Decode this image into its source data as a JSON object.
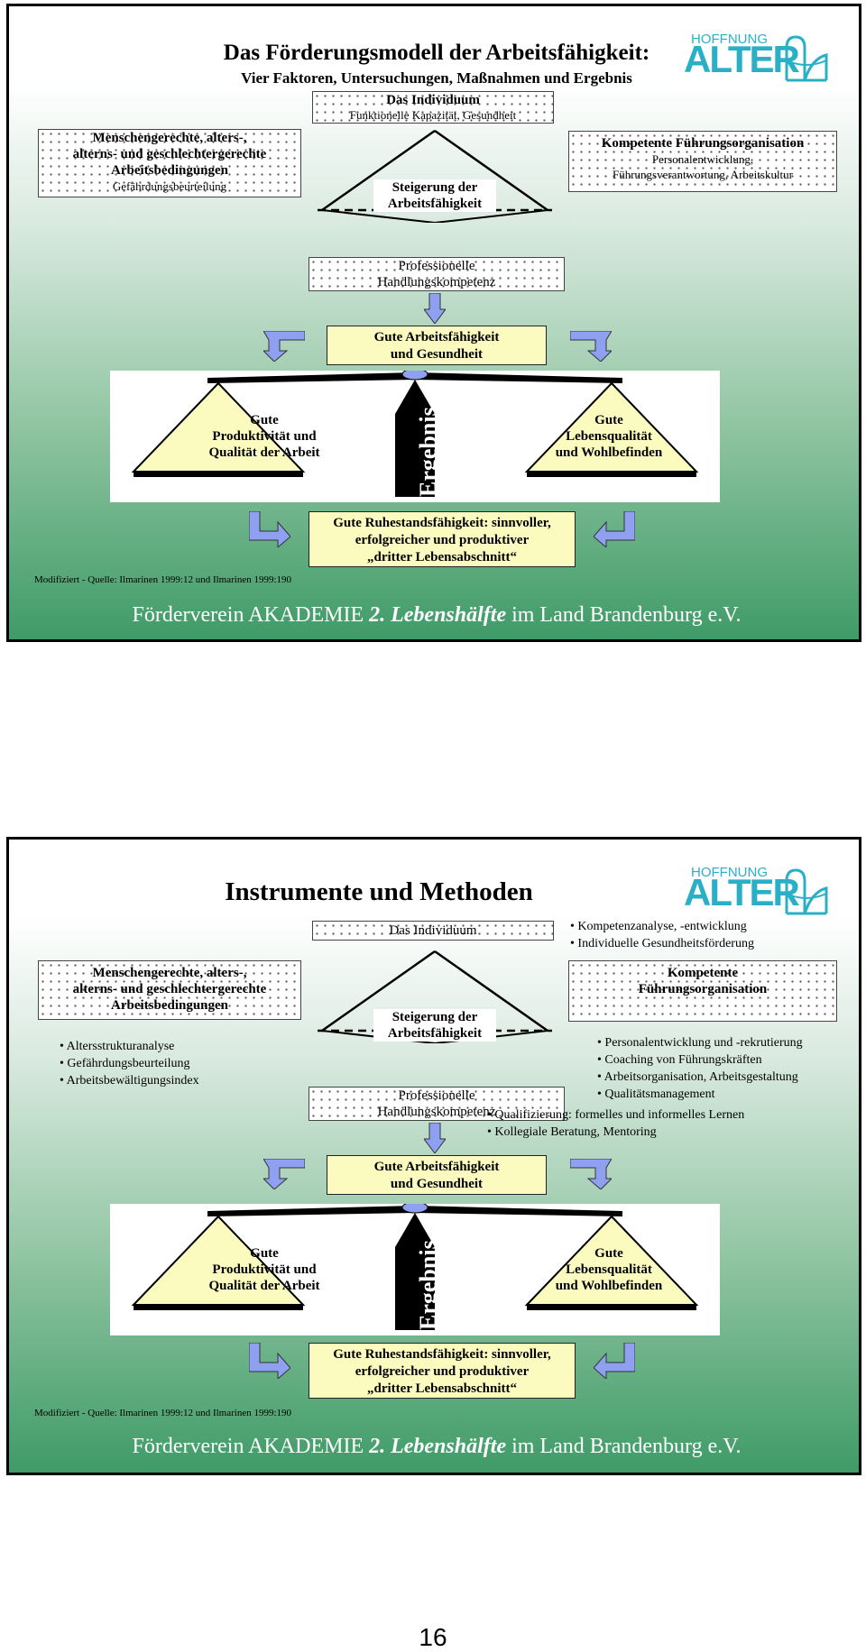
{
  "slide1": {
    "title": "Das Förderungsmodell der Arbeitsfähigkeit:",
    "subtitle": "Vier Faktoren, Untersuchungen, Maßnahmen und Ergebnis",
    "individual": {
      "title": "Das Individuum",
      "sub": "Funktionelle Kapazität, Gesundheit"
    },
    "left_box": {
      "line1": "Menschengerechte, alters-,",
      "line2": "alterns- und geschlechtergerechte",
      "line3": "Arbeitsbedingungen",
      "line4": "Gefährdungsbeurteilung"
    },
    "right_box": {
      "line1": "Kompetente Führungsorganisation",
      "line2": "Personalentwicklung,",
      "line3": "Führungsverantwortung, Arbeitskultur"
    },
    "center_label": {
      "line1": "Steigerung der",
      "line2": "Arbeitsfähigkeit"
    },
    "prof": {
      "line1": "Professionelle",
      "line2": "Handlungskompetenz"
    },
    "good_work": {
      "line1": "Gute Arbeitsfähigkeit",
      "line2": "und Gesundheit"
    },
    "left_tri": {
      "line1": "Gute",
      "line2": "Produktivität und",
      "line3": "Qualität der Arbeit"
    },
    "right_tri": {
      "line1": "Gute",
      "line2": "Lebensqualität",
      "line3": "und Wohlbefinden"
    },
    "ergebnis": "Ergebnis",
    "retire": {
      "line1": "Gute Ruhestandsfähigkeit: sinnvoller,",
      "line2": "erfolgreicher  und produktiver",
      "line3": "„dritter Lebensabschnitt“"
    },
    "source": "Modifiziert - Quelle: Ilmarinen 1999:12 und  Ilmarinen 1999:190",
    "footer": {
      "pre": "Förderverein AKADEMIE ",
      "em": "2. Lebenshälfte",
      "post": "  im Land Brandenburg e.V."
    }
  },
  "slide2": {
    "title": "Instrumente und Methoden",
    "individual": {
      "title": "Das Individuum"
    },
    "ind_bullets": [
      "Kompetenzanalyse, -entwicklung",
      "Individuelle Gesundheitsförderung"
    ],
    "left_box": {
      "line1": "Menschengerechte, alters-,",
      "line2": "alterns- und geschlechtergerechte",
      "line3": "Arbeitsbedingungen"
    },
    "left_bullets": [
      "Altersstrukturanalyse",
      "Gefährdungsbeurteilung",
      "Arbeitsbewältigungsindex"
    ],
    "right_box": {
      "line1": "Kompetente",
      "line2": "Führungsorganisation"
    },
    "right_bullets": [
      "Personalentwicklung und -rekrutierung",
      "Coaching von Führungskräften",
      "Arbeitsorganisation, Arbeitsgestaltung",
      "Qualitätsmanagement"
    ],
    "center_label": {
      "line1": "Steigerung der",
      "line2": "Arbeitsfähigkeit"
    },
    "prof": {
      "line1": "Professionelle",
      "line2": "Handlungskompetenz"
    },
    "prof_bullets": [
      "Qualifizierung: formelles und informelles Lernen",
      "Kollegiale Beratung, Mentoring"
    ],
    "good_work": {
      "line1": "Gute Arbeitsfähigkeit",
      "line2": "und Gesundheit"
    },
    "left_tri": {
      "line1": "Gute",
      "line2": "Produktivität und",
      "line3": "Qualität der Arbeit"
    },
    "right_tri": {
      "line1": "Gute",
      "line2": "Lebensqualität",
      "line3": "und Wohlbefinden"
    },
    "ergebnis": "Ergebnis",
    "retire": {
      "line1": "Gute Ruhestandsfähigkeit: sinnvoller,",
      "line2": "erfolgreicher  und produktiver",
      "line3": "„dritter Lebensabschnitt“"
    },
    "source": "Modifiziert - Quelle: Ilmarinen 1999:12 und  Ilmarinen 1999:190",
    "footer": {
      "pre": "Förderverein AKADEMIE ",
      "em": "2. Lebenshälfte",
      "post": "  im Land Brandenburg e.V."
    }
  },
  "logo": {
    "top": "HOFFNUNG",
    "main": "ALTER"
  },
  "colors": {
    "arrow": "#8fa0f0",
    "box_yellow": "#fbfbc0",
    "logo": "#2ab0c6"
  },
  "page_number": "16"
}
